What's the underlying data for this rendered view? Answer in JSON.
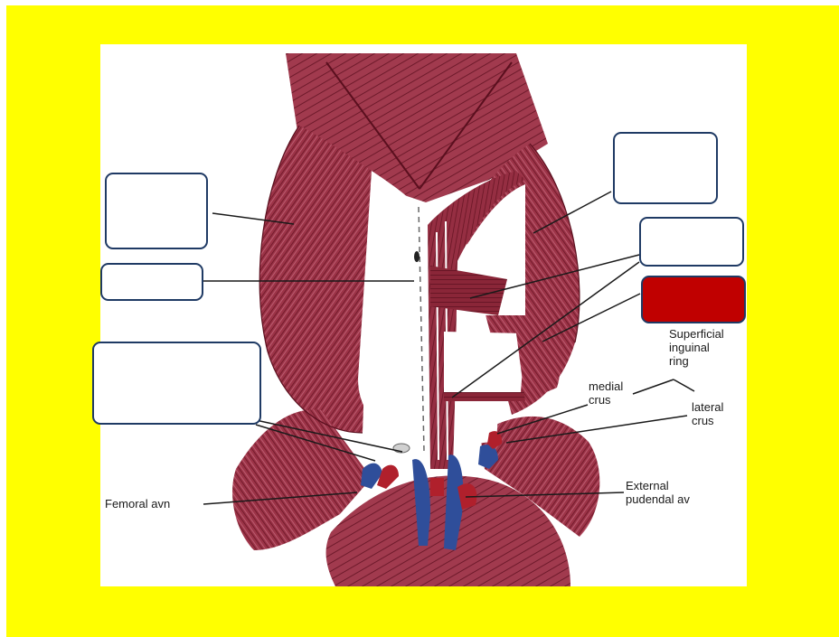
{
  "labels": {
    "superficial_inguinal_ring": "Superficial\ninguinal\nring",
    "medial_crus": "medial\ncrus",
    "lateral_crus": "lateral\ncrus",
    "femoral_avn": "Femoral avn",
    "external_pudendal_av": "External\npudendal av"
  },
  "colors": {
    "slide_background": "#ffff00",
    "muscle": "#8e2a3c",
    "box_border": "#1f3a64",
    "filled_box": "#c00000",
    "vein": "#2f4e9a",
    "artery": "#b0202c"
  }
}
